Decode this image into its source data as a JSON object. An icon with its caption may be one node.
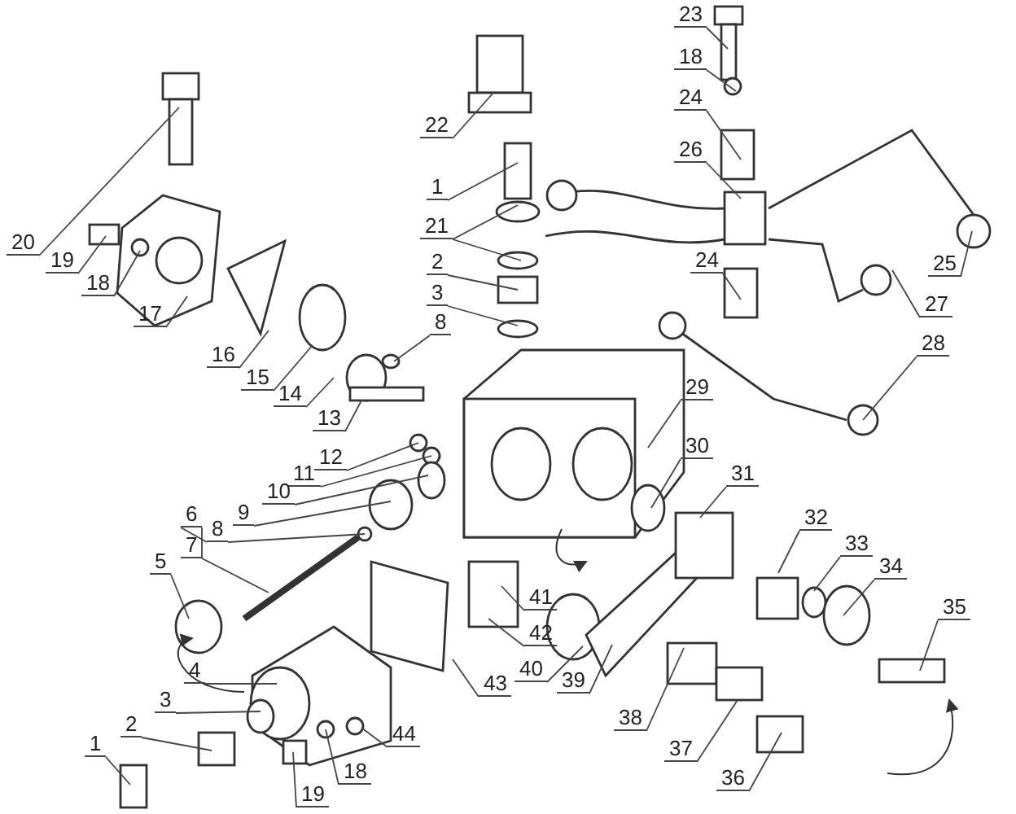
{
  "diagram": {
    "nodes": [
      {
        "text": [
          "23"
        ]
      },
      {
        "text": [
          "18"
        ]
      },
      {
        "text": [
          "24"
        ]
      },
      {
        "text": [
          "22"
        ]
      },
      {
        "text": [
          "26"
        ]
      },
      {
        "text": [
          "1"
        ]
      },
      {
        "text": [
          "21"
        ]
      },
      {
        "text": [
          "20"
        ]
      },
      {
        "text": [
          "19"
        ]
      },
      {
        "text": [
          "24"
        ]
      },
      {
        "text": [
          "2"
        ]
      },
      {
        "text": [
          "25"
        ]
      },
      {
        "text": [
          "18"
        ]
      },
      {
        "text": [
          "3"
        ]
      },
      {
        "text": [
          "27"
        ]
      },
      {
        "text": [
          "17"
        ]
      },
      {
        "text": [
          "8"
        ]
      },
      {
        "text": [
          "28"
        ]
      },
      {
        "text": [
          "16"
        ]
      },
      {
        "text": [
          "15"
        ]
      },
      {
        "text": [
          "29"
        ]
      },
      {
        "text": [
          "14"
        ]
      },
      {
        "text": [
          "13"
        ]
      },
      {
        "text": [
          "30"
        ]
      },
      {
        "text": [
          "12"
        ]
      },
      {
        "text": [
          "31"
        ]
      },
      {
        "text": [
          "11"
        ]
      },
      {
        "text": [
          "10"
        ]
      },
      {
        "text": [
          "9"
        ]
      },
      {
        "text": [
          "6"
        ]
      },
      {
        "text": [
          "32"
        ]
      },
      {
        "text": [
          "8"
        ]
      },
      {
        "text": [
          "33"
        ]
      },
      {
        "text": [
          "7"
        ]
      },
      {
        "text": [
          "5"
        ]
      },
      {
        "text": [
          "34"
        ]
      },
      {
        "text": [
          "41"
        ]
      },
      {
        "text": [
          "35"
        ]
      },
      {
        "text": [
          "42"
        ]
      },
      {
        "text": [
          "40"
        ]
      },
      {
        "text": [
          "4"
        ]
      },
      {
        "text": [
          "39"
        ]
      },
      {
        "text": [
          "43"
        ]
      },
      {
        "text": [
          "3"
        ]
      },
      {
        "text": [
          "38"
        ]
      },
      {
        "text": [
          "2"
        ]
      },
      {
        "text": [
          "44"
        ]
      },
      {
        "text": [
          "1"
        ]
      },
      {
        "text": [
          "37"
        ]
      },
      {
        "text": [
          "18"
        ]
      },
      {
        "text": [
          "19"
        ]
      },
      {
        "text": [
          "36"
        ]
      }
    ],
    "edges": [
      {
        "from": 0,
        "to": null,
        "arrow": "none"
      },
      {
        "from": 1,
        "to": null,
        "arrow": "none"
      },
      {
        "from": 2,
        "to": null,
        "arrow": "none"
      },
      {
        "from": 3,
        "to": null,
        "arrow": "none"
      },
      {
        "from": 4,
        "to": null,
        "arrow": "none"
      },
      {
        "from": 5,
        "to": null,
        "arrow": "none"
      },
      {
        "from": 6,
        "to": null,
        "arrow": "none"
      },
      {
        "from": 6,
        "to": null,
        "arrow": "none"
      },
      {
        "from": 7,
        "to": null,
        "arrow": "none"
      },
      {
        "from": 8,
        "to": null,
        "arrow": "none"
      },
      {
        "from": 9,
        "to": null,
        "arrow": "none"
      },
      {
        "from": 10,
        "to": null,
        "arrow": "none"
      },
      {
        "from": 11,
        "to": null,
        "arrow": "none"
      },
      {
        "from": 12,
        "to": null,
        "arrow": "none"
      },
      {
        "from": 13,
        "to": null,
        "arrow": "none"
      },
      {
        "from": 14,
        "to": null,
        "arrow": "none"
      },
      {
        "from": 15,
        "to": null,
        "arrow": "none"
      },
      {
        "from": 16,
        "to": null,
        "arrow": "none"
      },
      {
        "from": 17,
        "to": null,
        "arrow": "none"
      },
      {
        "from": 18,
        "to": null,
        "arrow": "none"
      },
      {
        "from": 19,
        "to": null,
        "arrow": "none"
      },
      {
        "from": 20,
        "to": null,
        "arrow": "none"
      },
      {
        "from": 21,
        "to": null,
        "arrow": "none"
      },
      {
        "from": 22,
        "to": null,
        "arrow": "none"
      },
      {
        "from": 23,
        "to": null,
        "arrow": "none"
      },
      {
        "from": 24,
        "to": null,
        "arrow": "none"
      },
      {
        "from": 25,
        "to": null,
        "arrow": "none"
      },
      {
        "from": 26,
        "to": null,
        "arrow": "none"
      },
      {
        "from": 27,
        "to": null,
        "arrow": "none"
      },
      {
        "from": 28,
        "to": null,
        "arrow": "none"
      },
      {
        "from": 29,
        "to": 33,
        "arrow": "none"
      },
      {
        "from": 29,
        "to": 31,
        "arrow": "none"
      },
      {
        "from": 30,
        "to": null,
        "arrow": "none"
      },
      {
        "from": 31,
        "to": null,
        "arrow": "none"
      },
      {
        "from": 32,
        "to": null,
        "arrow": "none"
      },
      {
        "from": 33,
        "to": null,
        "arrow": "none"
      },
      {
        "from": 34,
        "to": null,
        "arrow": "none"
      },
      {
        "from": 35,
        "to": null,
        "arrow": "none"
      },
      {
        "from": 36,
        "to": null,
        "arrow": "none"
      },
      {
        "from": 37,
        "to": null,
        "arrow": "none"
      },
      {
        "from": 38,
        "to": null,
        "arrow": "none"
      },
      {
        "from": 39,
        "to": null,
        "arrow": "none"
      },
      {
        "from": 40,
        "to": null,
        "arrow": "none"
      },
      {
        "from": 41,
        "to": null,
        "arrow": "none"
      },
      {
        "from": 42,
        "to": null,
        "arrow": "none"
      },
      {
        "from": 43,
        "to": null,
        "arrow": "none"
      },
      {
        "from": 44,
        "to": null,
        "arrow": "none"
      },
      {
        "from": 45,
        "to": null,
        "arrow": "none"
      },
      {
        "from": 46,
        "to": null,
        "arrow": "none"
      },
      {
        "from": 47,
        "to": null,
        "arrow": "none"
      },
      {
        "from": 48,
        "to": null,
        "arrow": "none"
      },
      {
        "from": 49,
        "to": null,
        "arrow": "none"
      },
      {
        "from": 50,
        "to": null,
        "arrow": "none"
      },
      {
        "from": 51,
        "to": null,
        "arrow": "none"
      }
    ]
  }
}
